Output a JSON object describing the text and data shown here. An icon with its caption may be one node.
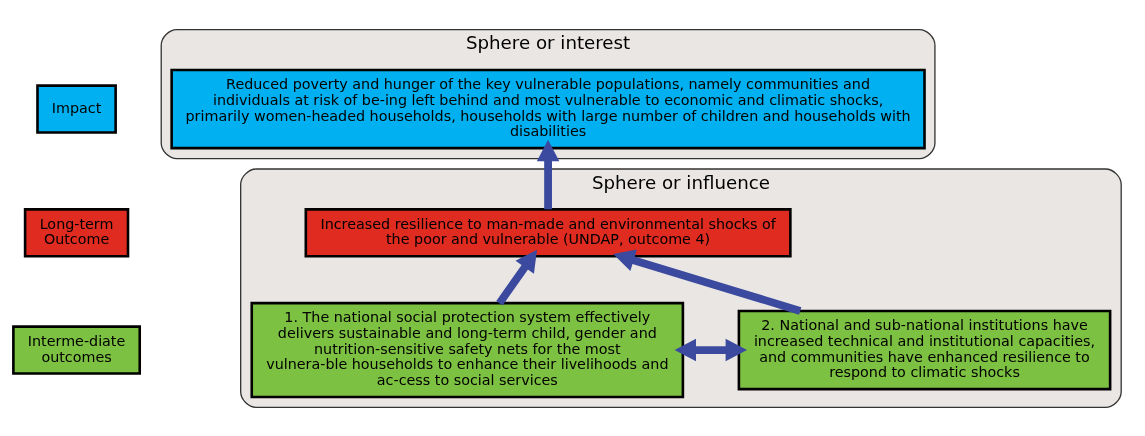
{
  "diagram": {
    "nodes": [
      {
        "text": [
          "Sphere or interest"
        ]
      },
      {
        "text": [
          "Impact"
        ]
      },
      {
        "text": [
          "Reduced poverty and hunger of the key vulnerable populations, namely communities and individuals at risk of be-ing left behind and most vulnerable to economic and climatic shocks, primarily women-headed households, households with large number of children and households with disabilities"
        ],
        "in": 0
      },
      {
        "text": [
          "Sphere or influence"
        ]
      },
      {
        "text": [
          "Long-term Outcome"
        ]
      },
      {
        "text": [
          "Increased resilience to man-made and environmental shocks of the poor and vulnerable (UNDAP, outcome 4)"
        ],
        "in": 3
      },
      {
        "text": [
          "Interme-diate outcomes"
        ]
      },
      {
        "text": [
          "1. The national social protection system effectively delivers sustainable and long-term child, gender and nutrition-sensitive safety nets for the most vulnera-ble households to enhance their livelihoods and ac-cess to social services"
        ],
        "in": 3
      },
      {
        "text": [
          "2. National and sub-national institutions have increased technical and institutional capacities, and communities have enhanced resilience to respond to climatic shocks"
        ],
        "in": 3
      }
    ],
    "edges": [
      {
        "from": 5,
        "to": 2,
        "arrow": "to"
      },
      {
        "from": 7,
        "to": 5,
        "arrow": "to"
      },
      {
        "from": 8,
        "to": 5,
        "arrow": "to"
      },
      {
        "from": 7,
        "to": 8,
        "arrow": "both"
      }
    ]
  }
}
